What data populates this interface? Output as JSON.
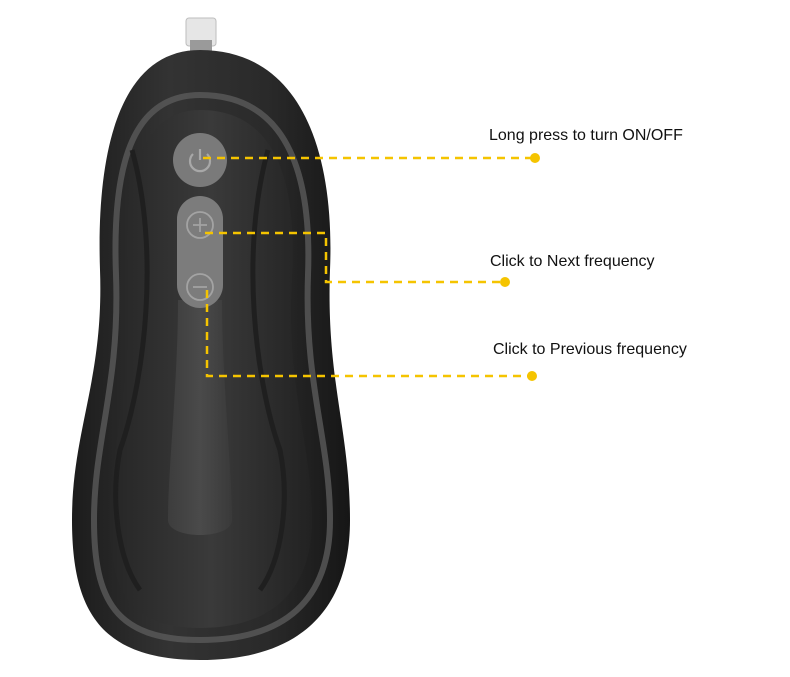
{
  "annotations": {
    "power_label": "Long press to turn ON/OFF",
    "next_label": "Click to Next frequency",
    "prev_label": "Click to Previous frequency"
  },
  "colors": {
    "body": "#2b2b2b",
    "inner_panel": "#353535",
    "rim": "#5a5a5a",
    "button": "#7c7c7c",
    "leader_line": "#f5c400",
    "background": "#ffffff"
  },
  "icons": {
    "power": "power-icon",
    "next": "plus-icon",
    "previous": "minus-icon"
  }
}
